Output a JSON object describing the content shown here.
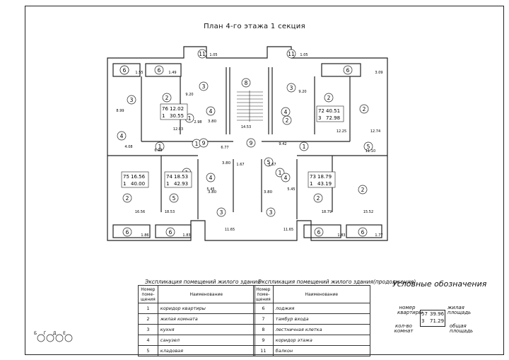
{
  "title": "План 4-го этажа 1 секция",
  "plan": {
    "apartments": [
      {
        "no": "76",
        "living": "12.02",
        "rooms": "1",
        "total": "30.55"
      },
      {
        "no": "72",
        "living": "40.51",
        "rooms": "3",
        "total": "72.98"
      },
      {
        "no": "75",
        "living": "16.56",
        "rooms": "1",
        "total": "40.00"
      },
      {
        "no": "74",
        "living": "18.53",
        "rooms": "1",
        "total": "42.93"
      },
      {
        "no": "73",
        "living": "18.79",
        "rooms": "1",
        "total": "43.19"
      }
    ],
    "room_markers": [
      "11",
      "11",
      "6",
      "6",
      "6",
      "6",
      "3",
      "2",
      "3",
      "8",
      "3",
      "2",
      "2",
      "1",
      "4",
      "4",
      "1",
      "1",
      "9",
      "9",
      "1",
      "5",
      "3.80",
      "3.80",
      "2",
      "2",
      "5",
      "5",
      "1",
      "1",
      "2",
      "2",
      "3",
      "3",
      "4",
      "4",
      "3.80",
      "3.80",
      "6",
      "6",
      "6",
      "6",
      "4"
    ],
    "areas": [
      "1.55",
      "1.49",
      "1.05",
      "1.05",
      "3.09",
      "9.20",
      "9.20",
      "8.99",
      "12.03",
      "2.98",
      "14.53",
      "12.25",
      "12.74",
      "6.98",
      "6.77",
      "9.42",
      "11.10",
      "4.08",
      "1.67",
      "1.67",
      "5.45",
      "5.45",
      "16.56",
      "18.53",
      "11.65",
      "11.65",
      "18.79",
      "15.52",
      "1.86",
      "1.83",
      "1.83",
      "1.77"
    ]
  },
  "table_left": {
    "caption": "Экспликация помещений жилого здания",
    "col_no": "Номер поме- щения",
    "col_name": "Наименование",
    "rows": [
      {
        "no": "1",
        "name": "коридор квартиры"
      },
      {
        "no": "2",
        "name": "жилая комната"
      },
      {
        "no": "3",
        "name": "кухня"
      },
      {
        "no": "4",
        "name": "санузел"
      },
      {
        "no": "5",
        "name": "кладовая"
      }
    ]
  },
  "table_right": {
    "caption": "Экспликация помещений жилого здания(продолжение)",
    "col_no": "Номер поме- щения",
    "col_name": "Наименование",
    "rows": [
      {
        "no": "6",
        "name": "лоджия"
      },
      {
        "no": "7",
        "name": "тамбур входа"
      },
      {
        "no": "8",
        "name": "лестничная клетка"
      },
      {
        "no": "9",
        "name": "коридор этажа"
      },
      {
        "no": "11",
        "name": "балкон"
      }
    ]
  },
  "legend": {
    "title": "Условные обозначения",
    "apt_number_label": "номер квартиры",
    "living_area_label": "жилая площадь",
    "rooms_label": "кол-во комнат",
    "total_area_label": "общая площадь",
    "sample_no": "57",
    "sample_living": "39.96",
    "sample_rooms": "3",
    "sample_total": "71.29"
  },
  "axes": [
    "Б",
    "Г",
    "Д",
    "Е"
  ]
}
